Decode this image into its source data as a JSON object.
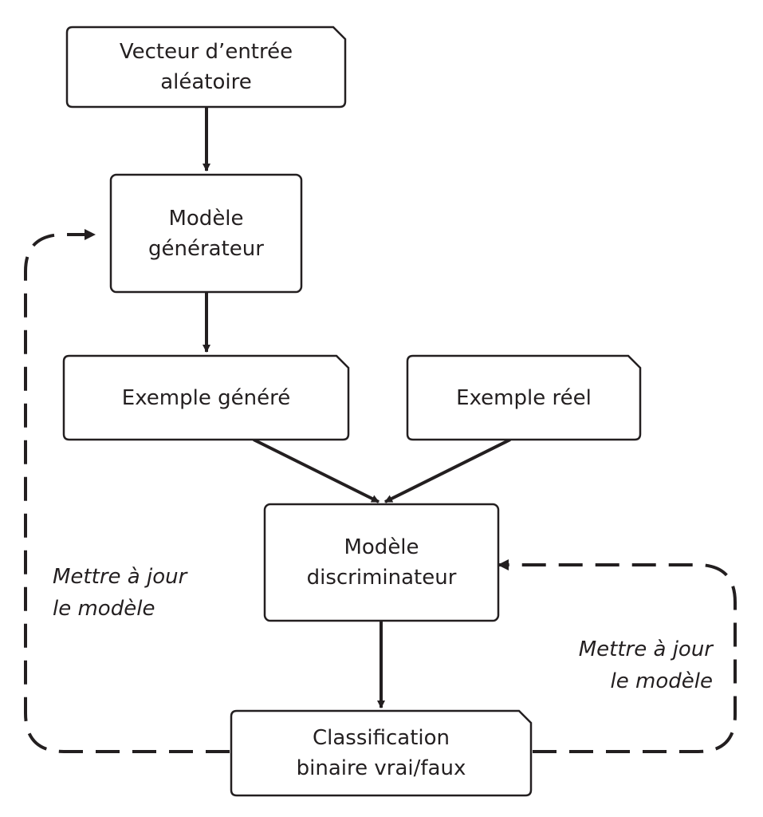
{
  "nodes": {
    "input_vector": {
      "line1": "Vecteur d’entrée",
      "line2": "aléatoire"
    },
    "generator": {
      "line1": "Modèle",
      "line2": "générateur"
    },
    "generated_example": {
      "label": "Exemple généré"
    },
    "real_example": {
      "label": "Exemple réel"
    },
    "discriminator": {
      "line1": "Modèle",
      "line2": "discriminateur"
    },
    "classification": {
      "line1": "Classification",
      "line2": "binaire vrai/faux"
    }
  },
  "feedback_labels": {
    "left": {
      "line1": "Mettre à jour",
      "line2": "le modèle"
    },
    "right": {
      "line1": "Mettre à jour",
      "line2": "le modèle"
    }
  }
}
